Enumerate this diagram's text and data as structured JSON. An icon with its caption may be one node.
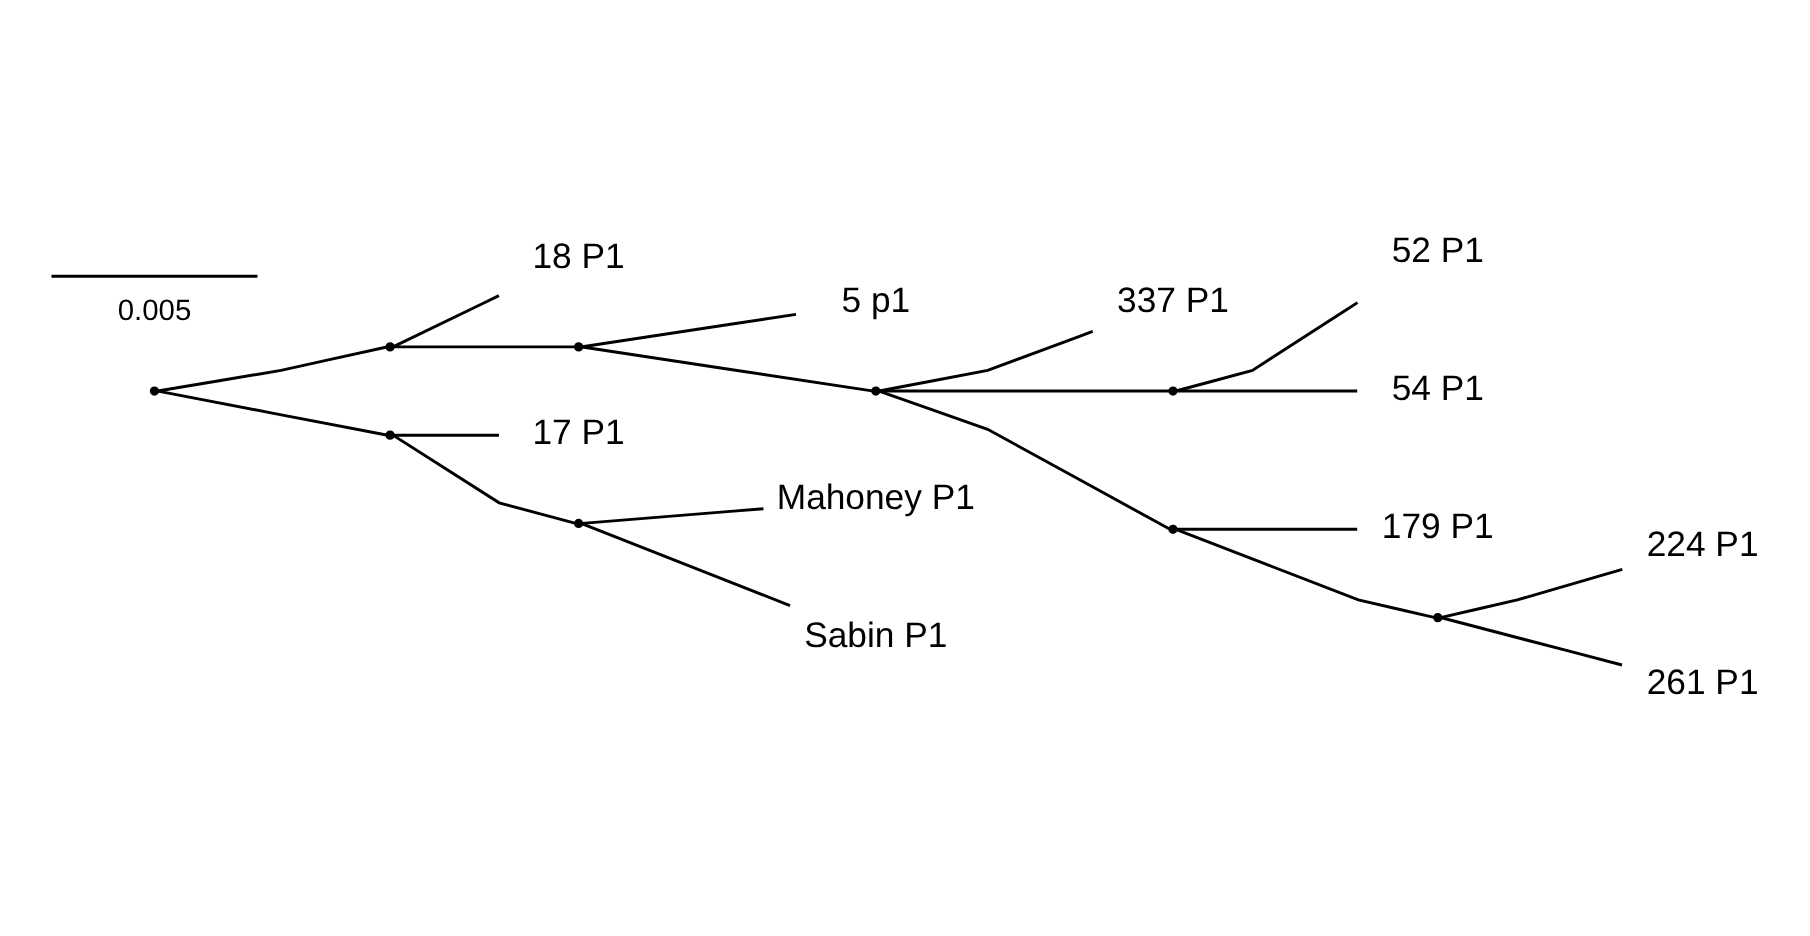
{
  "diagram": {
    "nodes": [
      {
        "text": [
          "224 P1"
        ]
      },
      {
        "text": [
          "261 P1"
        ]
      },
      {
        "text": [
          "179 P1"
        ]
      },
      {
        "text": [
          "52 P1"
        ]
      },
      {
        "text": [
          "54 P1"
        ]
      },
      {
        "text": [
          "337 P1"
        ]
      },
      {
        "text": [
          "5 p1"
        ]
      },
      {
        "text": [
          "18 P1"
        ]
      },
      {
        "text": [
          "17 P1"
        ]
      },
      {
        "text": [
          "Mahoney P1"
        ]
      },
      {
        "text": [
          "Sabin P1"
        ]
      },
      {
        "text": [],
        "shape": "point"
      },
      {
        "text": [],
        "shape": "point"
      },
      {
        "text": [],
        "shape": "point"
      },
      {
        "text": [],
        "shape": "point"
      },
      {
        "text": [],
        "shape": "point"
      },
      {
        "text": [],
        "shape": "point"
      },
      {
        "text": [],
        "shape": "point"
      },
      {
        "text": [],
        "shape": "point"
      },
      {
        "text": [],
        "shape": "point"
      }
    ],
    "edges": [
      {
        "from": 11,
        "to": 12,
        "arrow": "none"
      },
      {
        "from": 11,
        "to": 13,
        "arrow": "none"
      },
      {
        "from": 12,
        "to": 15,
        "arrow": "none"
      },
      {
        "from": 12,
        "to": 7,
        "arrow": "none"
      },
      {
        "from": 15,
        "to": 16,
        "arrow": "none"
      },
      {
        "from": 15,
        "to": 6,
        "arrow": "none"
      },
      {
        "from": 16,
        "to": 18,
        "arrow": "none"
      },
      {
        "from": 16,
        "to": 17,
        "arrow": "none"
      },
      {
        "from": 16,
        "to": 5,
        "arrow": "none"
      },
      {
        "from": 18,
        "to": 19,
        "arrow": "none"
      },
      {
        "from": 18,
        "to": 2,
        "arrow": "none"
      },
      {
        "from": 19,
        "to": 0,
        "arrow": "none"
      },
      {
        "from": 19,
        "to": 1,
        "arrow": "none"
      },
      {
        "from": 17,
        "to": 3,
        "arrow": "none"
      },
      {
        "from": 17,
        "to": 4,
        "arrow": "none"
      },
      {
        "from": 13,
        "to": 8,
        "arrow": "none"
      },
      {
        "from": 13,
        "to": 14,
        "arrow": "none"
      },
      {
        "from": 14,
        "to": 9,
        "arrow": "none"
      },
      {
        "from": 14,
        "to": 10,
        "arrow": "none"
      }
    ],
    "labels": [
      "0.005"
    ]
  }
}
